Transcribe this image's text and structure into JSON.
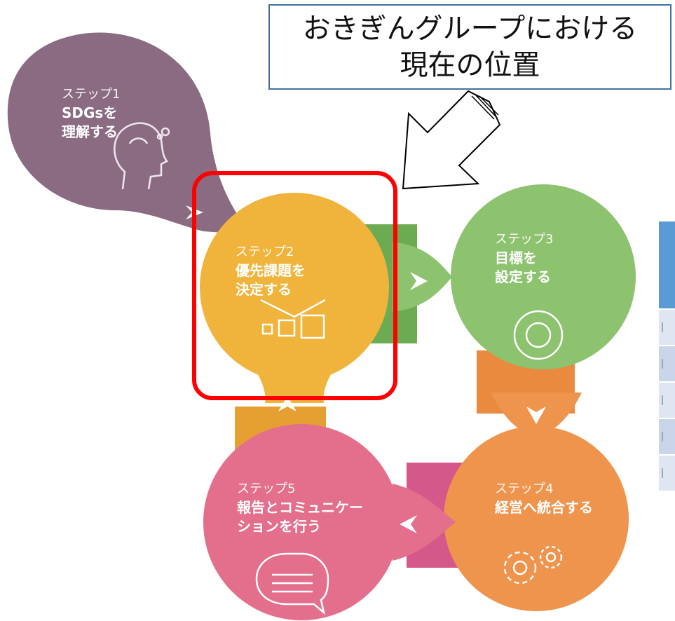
{
  "callout": {
    "line1": "おきぎんグループにおける",
    "line2": "現在の位置"
  },
  "steps": [
    {
      "step": "ステップ1",
      "title": "SDGsを\n理解する",
      "icon": "head-brain-icon",
      "color": "#8a6b82"
    },
    {
      "step": "ステップ2",
      "title": "優先課題を\n決定する",
      "icon": "priority-boxes-icon",
      "color": "#f0b43c"
    },
    {
      "step": "ステップ3",
      "title": "目標を\n設定する",
      "icon": "target-icon",
      "color": "#8dc26f"
    },
    {
      "step": "ステップ4",
      "title": "経営へ統合する",
      "icon": "gears-icon",
      "color": "#ef944d"
    },
    {
      "step": "ステップ5",
      "title": "報告とコミュニケー\nションを行う",
      "icon": "speech-bubble-icon",
      "color": "#e36f8d"
    }
  ],
  "highlight_color": "#ff0000",
  "table_fragment": {
    "header_color": "#5b9bd5",
    "row_colors": [
      "#c9d6ea",
      "#dfe6f1"
    ]
  }
}
